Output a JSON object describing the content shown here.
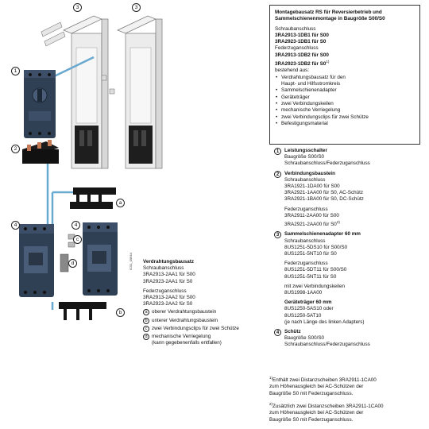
{
  "infobox": {
    "title_lines": [
      "Montagebausatz RS für Reversierbetrieb und",
      "Sammelschienenmontage in Baugröße S00/S0"
    ],
    "screw_label": "Schraubanschluss",
    "screw_codes": [
      "3RA2913-1DB1 für S00",
      "3RA2923-1DB1 für S0"
    ],
    "spring_label": "Federzuganschluss",
    "spring_codes": [
      "3RA2913-1DB2 für S00",
      "3RA2923-1DB2 für S0"
    ],
    "spring_sup": "1)",
    "consists_label": "bestehend aus:",
    "items": [
      "Verdrahtungsbausatz für den",
      "Sammelschienenadapter",
      "Geräteträger",
      "zwei Verbindungskeilen",
      "mechanische Verriegelung",
      "zwei Verbindungsclips für zwei Schütze",
      "Befestigungsmaterial"
    ],
    "item0_cont": "Haupt- und Hilfsstromkreis"
  },
  "legend": {
    "n1": "1",
    "t1": "Leistungsschalter",
    "l1a": "Baugröße S00/S0",
    "l1b": "Schraubanschluss/Federzuganschluss",
    "n2": "2",
    "t2": "Verbindungsbaustein",
    "l2a": "Schraubanschluss",
    "l2b": "3RA1921-1DA00 für S00",
    "l2c": "3RA2921-1AA00 für S0, AC-Schütz",
    "l2d": "3RA2921-1BA00 für S0, DC-Schütz",
    "l2e": "Federzuganschluss",
    "l2f": "3RA2911-2AA00 für S00",
    "l2g": "3RA2921-2AA00 für S0",
    "l2g_sup": "2)",
    "n3": "3",
    "t3": "Sammelschienenadapter 60 mm",
    "l3a": "Schraubanschluss",
    "l3b": "8US1251-5DS10 für S00/S0",
    "l3c": "8US1251-5NT10 für S0",
    "l3d": "Federzuganschluss",
    "l3e": "8US1251-5DT11 für S00/S0",
    "l3f": "8US1251-5NT11 für S0",
    "l3g": "mit zwei Verbindungskeilen",
    "l3h": "8US1998-1AA00",
    "t3b": "Geräteträger 60 mm",
    "l3i": "8US1250-5AS10 oder",
    "l3j": "8US1250-5AT10",
    "l3k": "(je nach Länge des linken Adapters)",
    "n4": "4",
    "t4": "Schütz",
    "l4a": "Baugröße S00/S0",
    "l4b": "Schraubanschluss/Federzuganschluss"
  },
  "wiring": {
    "title": "Verdrahtungsbausatz",
    "screw": "Schraubanschluss",
    "s1": "3RA2913-2AA1 für S00",
    "s2": "3RA2923-2AA1 für S0",
    "spring": "Federzuganschluss",
    "f1": "3RA2913-2AA2 für S00",
    "f2": "3RA2923-2AA2 für S0",
    "items": [
      {
        "k": "a",
        "t": "oberer Verdrahtungsbaustein"
      },
      {
        "k": "b",
        "t": "unterer Verdrahtungsbaustein"
      },
      {
        "k": "c",
        "t": "zwei Verbindungsclips für zwei Schütze"
      },
      {
        "k": "d",
        "t": "mechanische Verriegelung"
      }
    ],
    "d_cont": "(kann gegebenenfalls entfallen)"
  },
  "footnotes": {
    "f1_mark": "1)",
    "f1": [
      "Enthält zwei Distanzscheiben 3RA2911-1CA00",
      "zum Höhenausgleich bei AC-Schützen der",
      "Baugröße S0 mit Federzuganschluss."
    ],
    "f2_mark": "2)",
    "f2": [
      "Zusätzlich zwei Distanzscheiben 3RA2911-1CA00",
      "zum Höhenausgleich bei AC-Schützen der",
      "Baugröße S0 mit Federzuganschluss."
    ]
  },
  "callouts": {
    "c1": "1",
    "c2": "2",
    "c3a": "3",
    "c3b": "3",
    "c4a": "4",
    "c4b": "4",
    "ca": "a",
    "cb": "b",
    "cc": "c",
    "cd": "d"
  },
  "drawing_ref": "IC01_00644",
  "colors": {
    "device": "#2f3f54",
    "device_light": "#4a5d78",
    "rail": "#e8e8e8",
    "rail_edge": "#777",
    "link": "#6aa9cf",
    "black": "#111"
  }
}
